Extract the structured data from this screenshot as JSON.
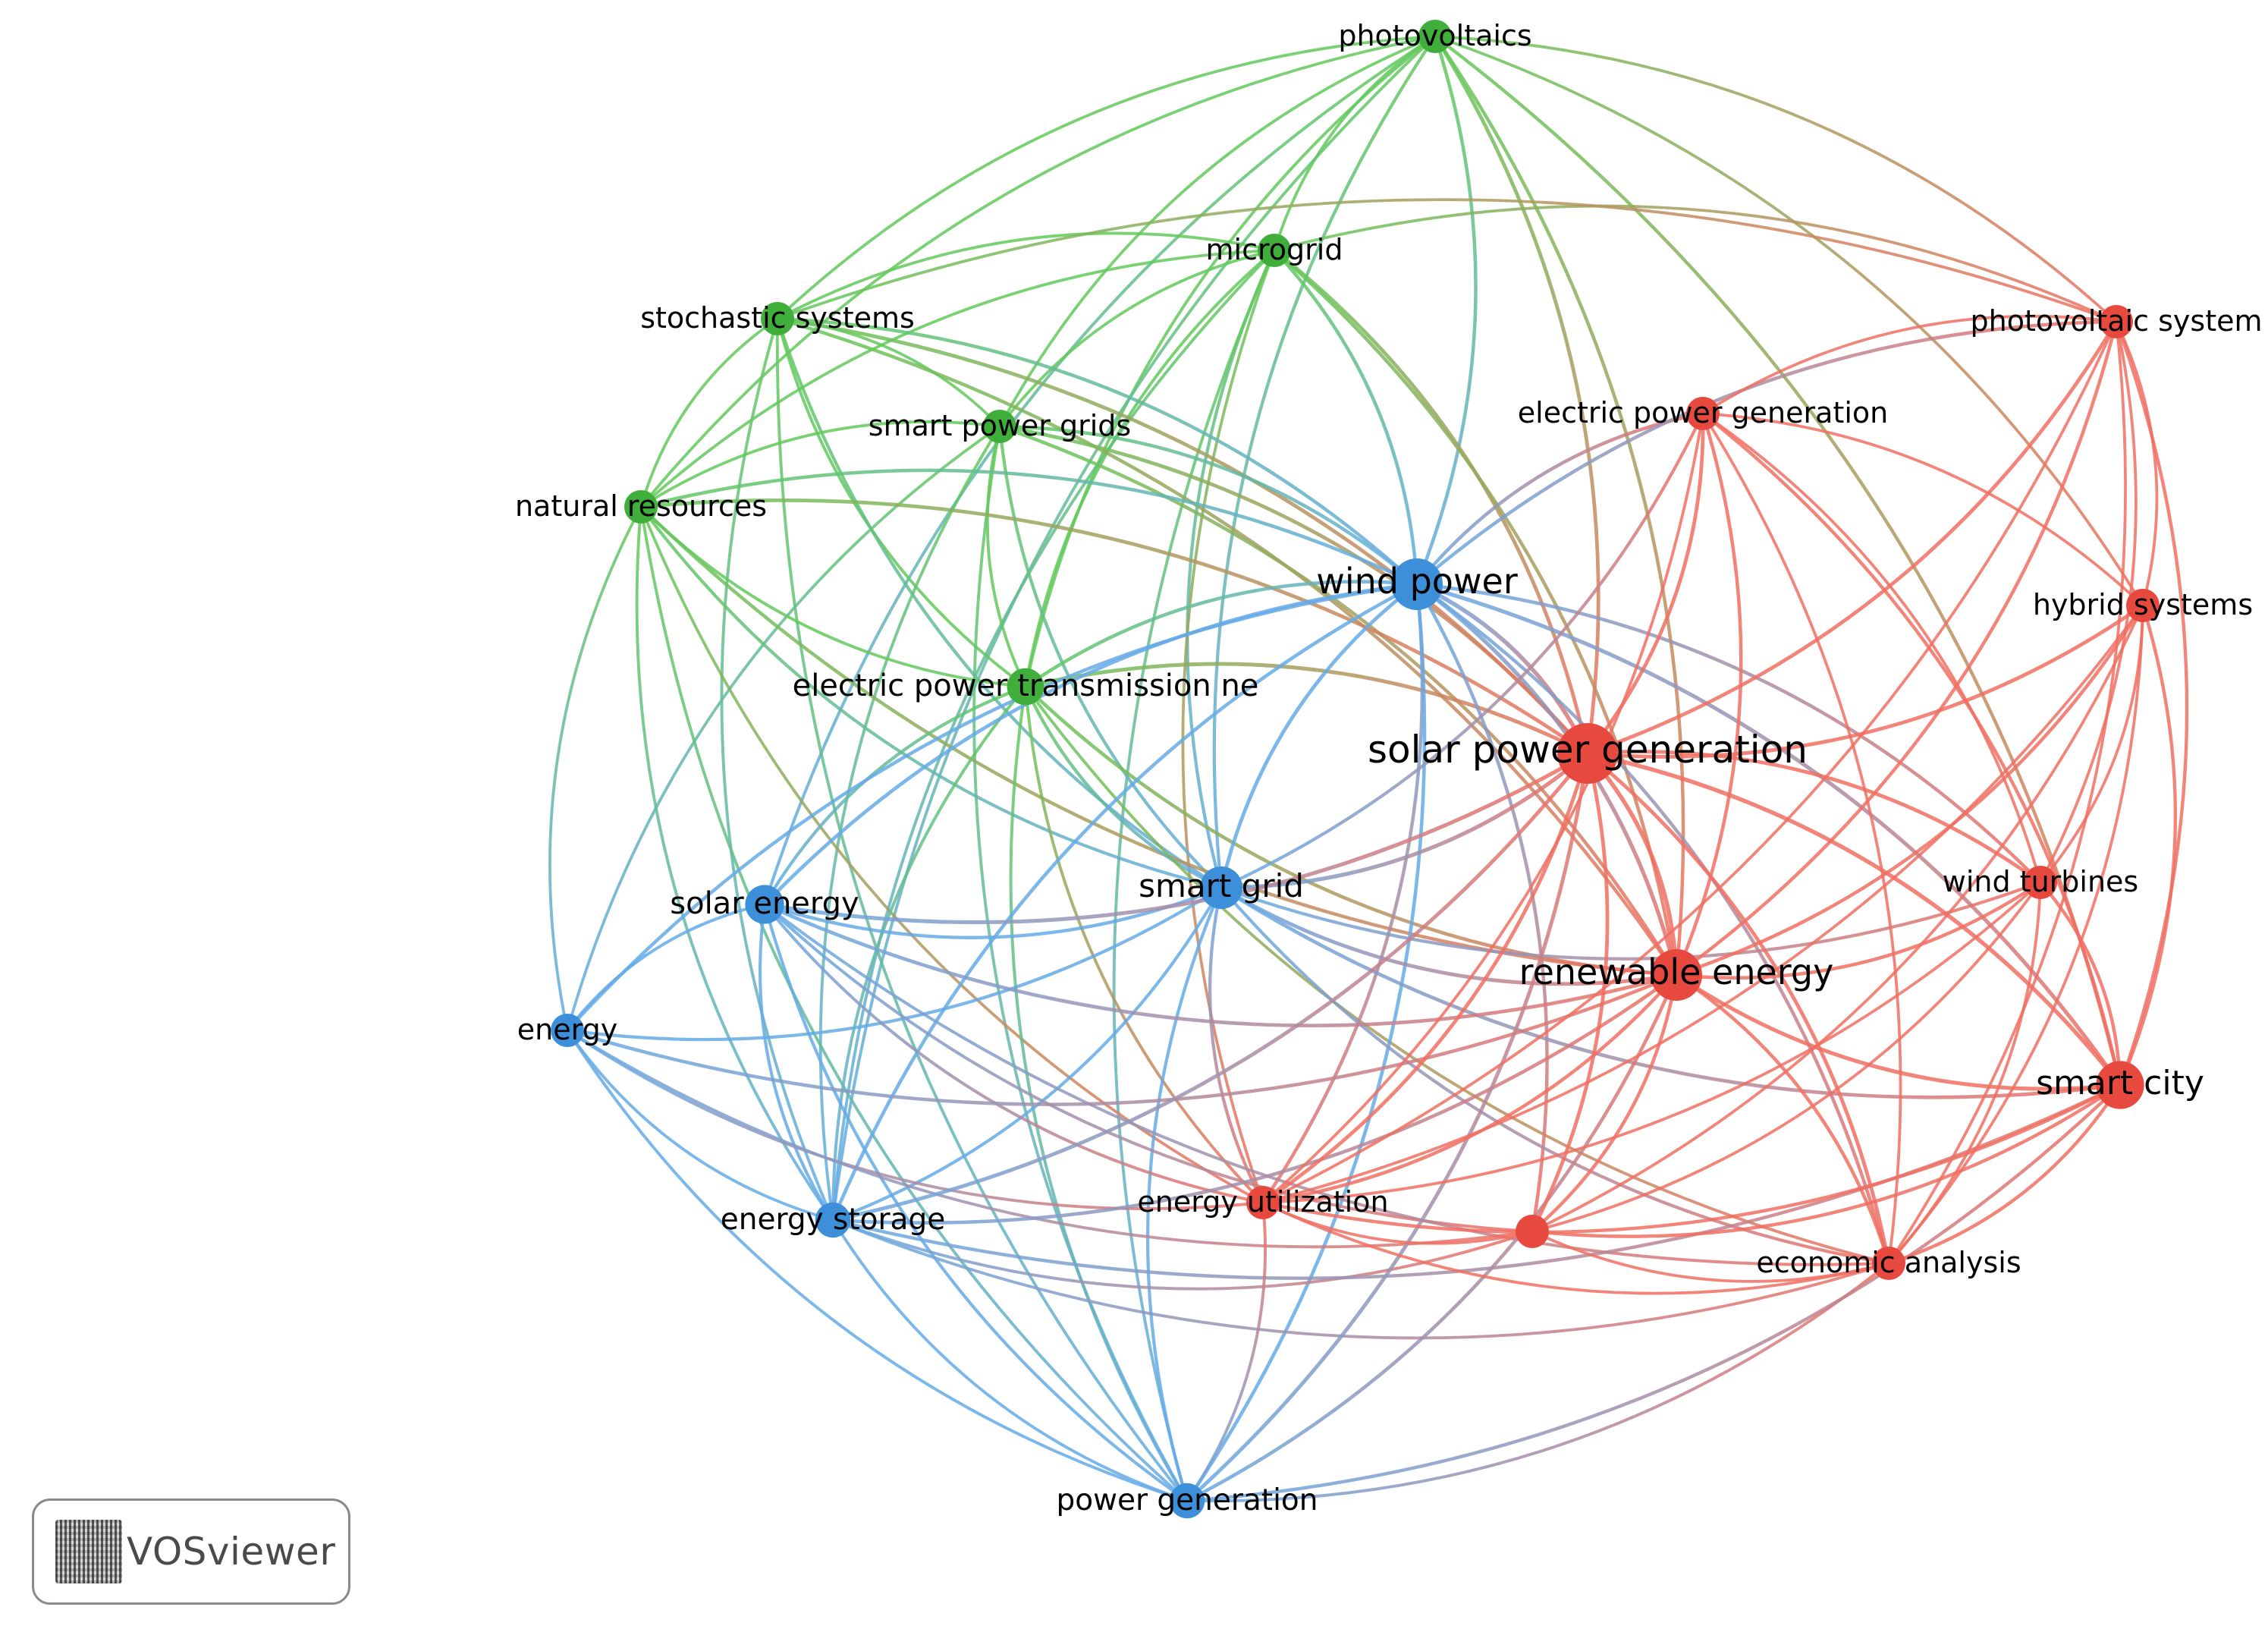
{
  "brand": {
    "name": "VOSviewer",
    "logo_icon": "vosviewer-logo-icon"
  },
  "clusters": [
    {
      "id": 1,
      "color": "#e8493f",
      "edge_color": "#f06f62"
    },
    {
      "id": 2,
      "color": "#3fae3a",
      "edge_color": "#62c95a"
    },
    {
      "id": 3,
      "color": "#3d8fd9",
      "edge_color": "#65aae6"
    }
  ],
  "nodes": [
    {
      "id": "photovoltaics",
      "label": "photovoltaics",
      "cluster": 2,
      "weight": 2
    },
    {
      "id": "microgrid",
      "label": "microgrid",
      "cluster": 2,
      "weight": 2
    },
    {
      "id": "stochastic-systems",
      "label": "stochastic systems",
      "cluster": 2,
      "weight": 2
    },
    {
      "id": "smart-power-grids",
      "label": "smart power grids",
      "cluster": 2,
      "weight": 2
    },
    {
      "id": "natural-resources",
      "label": "natural resources",
      "cluster": 2,
      "weight": 2
    },
    {
      "id": "electric-power-transmission",
      "label": "electric power transmission ne",
      "cluster": 2,
      "weight": 2.4
    },
    {
      "id": "photovoltaic-system",
      "label": "photovoltaic system",
      "cluster": 1,
      "weight": 2
    },
    {
      "id": "electric-power-generation",
      "label": "electric power generation",
      "cluster": 1,
      "weight": 2
    },
    {
      "id": "hybrid-systems",
      "label": "hybrid systems",
      "cluster": 1,
      "weight": 2
    },
    {
      "id": "solar-power-generation",
      "label": "solar power generation",
      "cluster": 1,
      "weight": 5
    },
    {
      "id": "renewable-energy",
      "label": "renewable energy",
      "cluster": 1,
      "weight": 4
    },
    {
      "id": "wind-turbines",
      "label": "wind turbines",
      "cluster": 1,
      "weight": 2
    },
    {
      "id": "smart-city",
      "label": "smart city",
      "cluster": 1,
      "weight": 3.6
    },
    {
      "id": "energy-utilization",
      "label": "energy utilization",
      "cluster": 1,
      "weight": 2
    },
    {
      "id": "unlabeled-red",
      "label": "",
      "cluster": 1,
      "weight": 2
    },
    {
      "id": "economic-analysis",
      "label": "economic analysis",
      "cluster": 1,
      "weight": 2
    },
    {
      "id": "wind-power",
      "label": "wind power",
      "cluster": 3,
      "weight": 4
    },
    {
      "id": "smart-grid",
      "label": "smart grid",
      "cluster": 3,
      "weight": 3
    },
    {
      "id": "solar-energy",
      "label": "solar energy",
      "cluster": 3,
      "weight": 2.6
    },
    {
      "id": "energy",
      "label": "energy",
      "cluster": 3,
      "weight": 2
    },
    {
      "id": "energy-storage",
      "label": "energy storage",
      "cluster": 3,
      "weight": 2.2
    },
    {
      "id": "power-generation",
      "label": "power generation",
      "cluster": 3,
      "weight": 2.2
    }
  ],
  "edges": [
    [
      "photovoltaics",
      "microgrid"
    ],
    [
      "photovoltaics",
      "stochastic-systems"
    ],
    [
      "photovoltaics",
      "smart-power-grids"
    ],
    [
      "photovoltaics",
      "natural-resources"
    ],
    [
      "photovoltaics",
      "electric-power-transmission"
    ],
    [
      "photovoltaics",
      "wind-power"
    ],
    [
      "photovoltaics",
      "solar-power-generation"
    ],
    [
      "photovoltaics",
      "renewable-energy"
    ],
    [
      "photovoltaics",
      "smart-grid"
    ],
    [
      "photovoltaics",
      "photovoltaic-system"
    ],
    [
      "photovoltaics",
      "hybrid-systems"
    ],
    [
      "photovoltaics",
      "solar-energy"
    ],
    [
      "photovoltaics",
      "energy-storage"
    ],
    [
      "photovoltaics",
      "smart-city"
    ],
    [
      "microgrid",
      "stochastic-systems"
    ],
    [
      "microgrid",
      "smart-power-grids"
    ],
    [
      "microgrid",
      "natural-resources"
    ],
    [
      "microgrid",
      "electric-power-transmission"
    ],
    [
      "microgrid",
      "wind-power"
    ],
    [
      "microgrid",
      "smart-grid"
    ],
    [
      "microgrid",
      "solar-power-generation"
    ],
    [
      "microgrid",
      "photovoltaic-system"
    ],
    [
      "microgrid",
      "energy-storage"
    ],
    [
      "microgrid",
      "renewable-energy"
    ],
    [
      "microgrid",
      "power-generation"
    ],
    [
      "microgrid",
      "energy-utilization"
    ],
    [
      "stochastic-systems",
      "smart-power-grids"
    ],
    [
      "stochastic-systems",
      "natural-resources"
    ],
    [
      "stochastic-systems",
      "electric-power-transmission"
    ],
    [
      "stochastic-systems",
      "wind-power"
    ],
    [
      "stochastic-systems",
      "smart-grid"
    ],
    [
      "stochastic-systems",
      "solar-power-generation"
    ],
    [
      "stochastic-systems",
      "energy-storage"
    ],
    [
      "stochastic-systems",
      "photovoltaic-system"
    ],
    [
      "stochastic-systems",
      "renewable-energy"
    ],
    [
      "stochastic-systems",
      "power-generation"
    ],
    [
      "smart-power-grids",
      "natural-resources"
    ],
    [
      "smart-power-grids",
      "electric-power-transmission"
    ],
    [
      "smart-power-grids",
      "wind-power"
    ],
    [
      "smart-power-grids",
      "smart-grid"
    ],
    [
      "smart-power-grids",
      "energy-storage"
    ],
    [
      "smart-power-grids",
      "solar-power-generation"
    ],
    [
      "smart-power-grids",
      "renewable-energy"
    ],
    [
      "smart-power-grids",
      "power-generation"
    ],
    [
      "smart-power-grids",
      "energy"
    ],
    [
      "natural-resources",
      "electric-power-transmission"
    ],
    [
      "natural-resources",
      "wind-power"
    ],
    [
      "natural-resources",
      "smart-grid"
    ],
    [
      "natural-resources",
      "energy"
    ],
    [
      "natural-resources",
      "energy-storage"
    ],
    [
      "natural-resources",
      "solar-power-generation"
    ],
    [
      "natural-resources",
      "renewable-energy"
    ],
    [
      "natural-resources",
      "power-generation"
    ],
    [
      "natural-resources",
      "energy-utilization"
    ],
    [
      "electric-power-transmission",
      "wind-power"
    ],
    [
      "electric-power-transmission",
      "smart-grid"
    ],
    [
      "electric-power-transmission",
      "solar-energy"
    ],
    [
      "electric-power-transmission",
      "energy-storage"
    ],
    [
      "electric-power-transmission",
      "power-generation"
    ],
    [
      "electric-power-transmission",
      "solar-power-generation"
    ],
    [
      "electric-power-transmission",
      "renewable-energy"
    ],
    [
      "electric-power-transmission",
      "energy-utilization"
    ],
    [
      "electric-power-transmission",
      "economic-analysis"
    ],
    [
      "wind-power",
      "smart-grid"
    ],
    [
      "wind-power",
      "solar-energy"
    ],
    [
      "wind-power",
      "energy"
    ],
    [
      "wind-power",
      "energy-storage"
    ],
    [
      "wind-power",
      "power-generation"
    ],
    [
      "wind-power",
      "solar-power-generation"
    ],
    [
      "wind-power",
      "renewable-energy"
    ],
    [
      "wind-power",
      "electric-power-generation"
    ],
    [
      "wind-power",
      "photovoltaic-system"
    ],
    [
      "wind-power",
      "smart-city"
    ],
    [
      "wind-power",
      "wind-turbines"
    ],
    [
      "wind-power",
      "energy-utilization"
    ],
    [
      "wind-power",
      "economic-analysis"
    ],
    [
      "wind-power",
      "unlabeled-red"
    ],
    [
      "smart-grid",
      "solar-energy"
    ],
    [
      "smart-grid",
      "energy"
    ],
    [
      "smart-grid",
      "energy-storage"
    ],
    [
      "smart-grid",
      "power-generation"
    ],
    [
      "smart-grid",
      "solar-power-generation"
    ],
    [
      "smart-grid",
      "renewable-energy"
    ],
    [
      "smart-grid",
      "wind-turbines"
    ],
    [
      "smart-grid",
      "smart-city"
    ],
    [
      "smart-grid",
      "electric-power-generation"
    ],
    [
      "smart-grid",
      "energy-utilization"
    ],
    [
      "smart-grid",
      "economic-analysis"
    ],
    [
      "solar-energy",
      "energy"
    ],
    [
      "solar-energy",
      "energy-storage"
    ],
    [
      "solar-energy",
      "power-generation"
    ],
    [
      "solar-energy",
      "renewable-energy"
    ],
    [
      "solar-energy",
      "solar-power-generation"
    ],
    [
      "solar-energy",
      "unlabeled-red"
    ],
    [
      "solar-energy",
      "economic-analysis"
    ],
    [
      "solar-energy",
      "energy-utilization"
    ],
    [
      "energy",
      "energy-storage"
    ],
    [
      "energy",
      "power-generation"
    ],
    [
      "energy",
      "renewable-energy"
    ],
    [
      "energy",
      "energy-utilization"
    ],
    [
      "energy",
      "unlabeled-red"
    ],
    [
      "energy-storage",
      "power-generation"
    ],
    [
      "energy-storage",
      "renewable-energy"
    ],
    [
      "energy-storage",
      "solar-power-generation"
    ],
    [
      "energy-storage",
      "economic-analysis"
    ],
    [
      "energy-storage",
      "unlabeled-red"
    ],
    [
      "energy-storage",
      "smart-city"
    ],
    [
      "power-generation",
      "renewable-energy"
    ],
    [
      "power-generation",
      "solar-power-generation"
    ],
    [
      "power-generation",
      "economic-analysis"
    ],
    [
      "power-generation",
      "smart-city"
    ],
    [
      "power-generation",
      "energy-utilization"
    ],
    [
      "solar-power-generation",
      "renewable-energy"
    ],
    [
      "solar-power-generation",
      "electric-power-generation"
    ],
    [
      "solar-power-generation",
      "photovoltaic-system"
    ],
    [
      "solar-power-generation",
      "hybrid-systems"
    ],
    [
      "solar-power-generation",
      "wind-turbines"
    ],
    [
      "solar-power-generation",
      "smart-city"
    ],
    [
      "solar-power-generation",
      "energy-utilization"
    ],
    [
      "solar-power-generation",
      "unlabeled-red"
    ],
    [
      "solar-power-generation",
      "economic-analysis"
    ],
    [
      "renewable-energy",
      "electric-power-generation"
    ],
    [
      "renewable-energy",
      "photovoltaic-system"
    ],
    [
      "renewable-energy",
      "hybrid-systems"
    ],
    [
      "renewable-energy",
      "wind-turbines"
    ],
    [
      "renewable-energy",
      "smart-city"
    ],
    [
      "renewable-energy",
      "energy-utilization"
    ],
    [
      "renewable-energy",
      "unlabeled-red"
    ],
    [
      "renewable-energy",
      "economic-analysis"
    ],
    [
      "electric-power-generation",
      "photovoltaic-system"
    ],
    [
      "electric-power-generation",
      "hybrid-systems"
    ],
    [
      "electric-power-generation",
      "wind-turbines"
    ],
    [
      "electric-power-generation",
      "smart-city"
    ],
    [
      "electric-power-generation",
      "energy-utilization"
    ],
    [
      "electric-power-generation",
      "economic-analysis"
    ],
    [
      "photovoltaic-system",
      "hybrid-systems"
    ],
    [
      "photovoltaic-system",
      "wind-turbines"
    ],
    [
      "photovoltaic-system",
      "smart-city"
    ],
    [
      "photovoltaic-system",
      "economic-analysis"
    ],
    [
      "photovoltaic-system",
      "energy-utilization"
    ],
    [
      "hybrid-systems",
      "wind-turbines"
    ],
    [
      "hybrid-systems",
      "smart-city"
    ],
    [
      "hybrid-systems",
      "economic-analysis"
    ],
    [
      "hybrid-systems",
      "unlabeled-red"
    ],
    [
      "hybrid-systems",
      "energy-utilization"
    ],
    [
      "wind-turbines",
      "smart-city"
    ],
    [
      "wind-turbines",
      "economic-analysis"
    ],
    [
      "wind-turbines",
      "unlabeled-red"
    ],
    [
      "wind-turbines",
      "energy-utilization"
    ],
    [
      "smart-city",
      "economic-analysis"
    ],
    [
      "smart-city",
      "unlabeled-red"
    ],
    [
      "smart-city",
      "energy-utilization"
    ],
    [
      "energy-utilization",
      "unlabeled-red"
    ],
    [
      "energy-utilization",
      "economic-analysis"
    ],
    [
      "unlabeled-red",
      "economic-analysis"
    ]
  ]
}
